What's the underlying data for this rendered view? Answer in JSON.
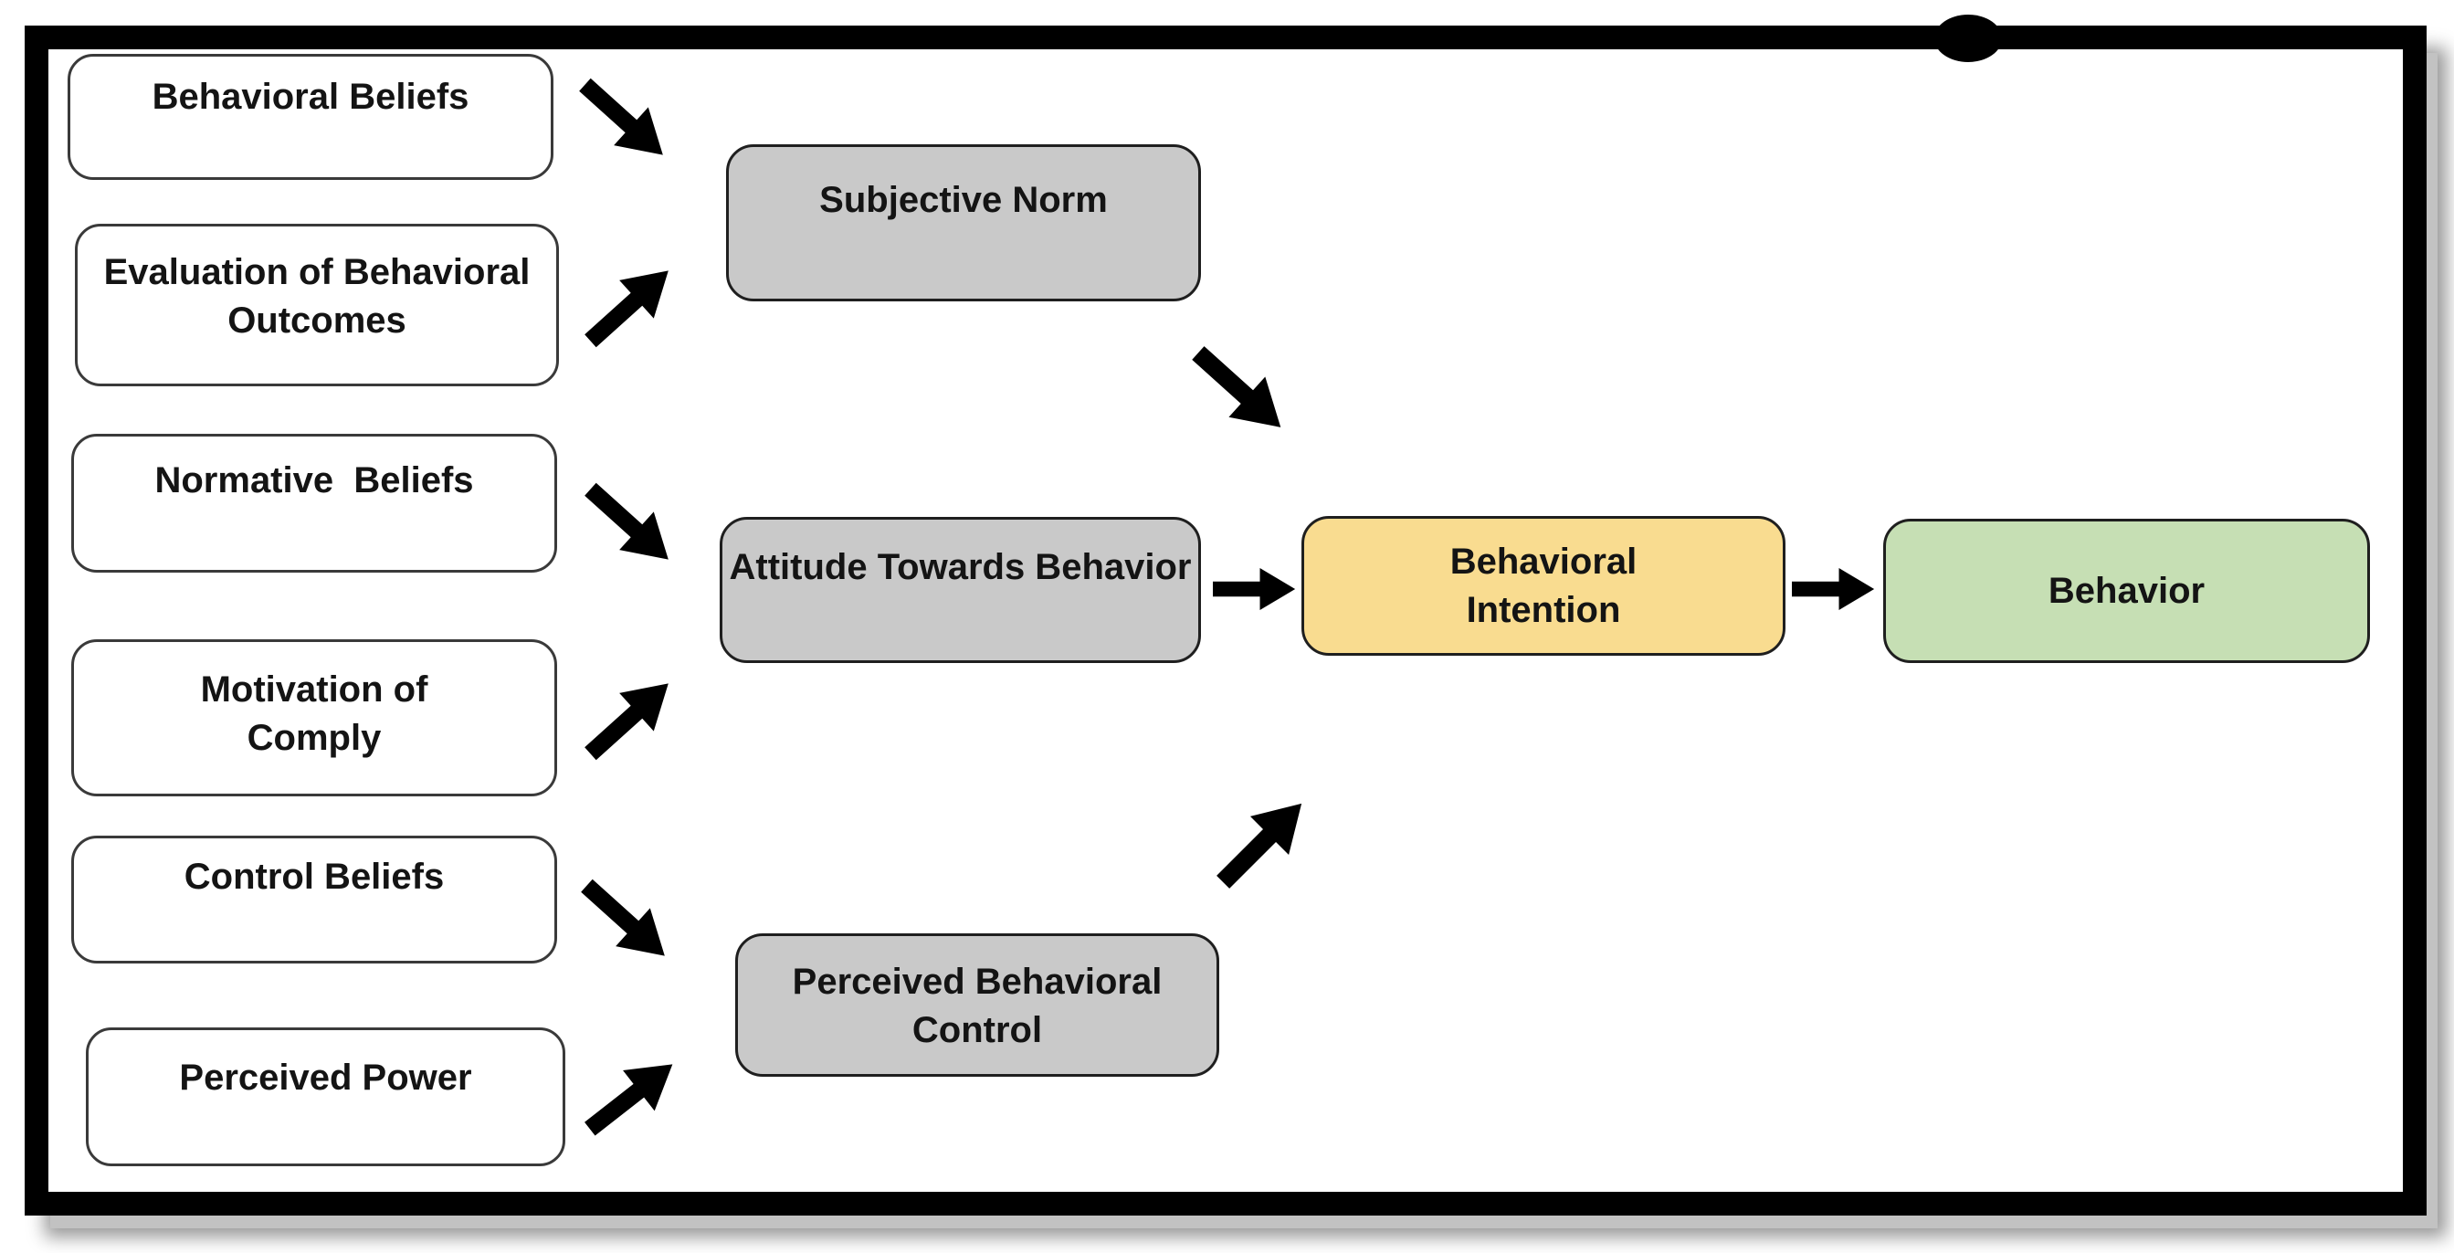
{
  "diagram": {
    "title": "Theory of Planned Behavior model diagram",
    "nodes": {
      "behavioral_beliefs": {
        "label": "Behavioral Beliefs",
        "fill": "#ffffff"
      },
      "evaluation_outcomes": {
        "label": "Evaluation of Behavioral\nOutcomes",
        "fill": "#ffffff"
      },
      "normative_beliefs": {
        "label": "Normative  Beliefs",
        "fill": "#ffffff"
      },
      "motivation_comply": {
        "label": "Motivation of\nComply",
        "fill": "#ffffff"
      },
      "control_beliefs": {
        "label": "Control Beliefs",
        "fill": "#ffffff"
      },
      "perceived_power": {
        "label": "Perceived Power",
        "fill": "#ffffff"
      },
      "subjective_norm": {
        "label": "Subjective Norm",
        "fill": "#c9c9c9"
      },
      "attitude": {
        "label": "Attitude Towards Behavior",
        "fill": "#c9c9c9"
      },
      "perceived_behavioral_control": {
        "label": "Perceived Behavioral\nControl",
        "fill": "#c9c9c9"
      },
      "behavioral_intention": {
        "label": "Behavioral\nIntention",
        "fill": "#f9dc90"
      },
      "behavior": {
        "label": "Behavior",
        "fill": "#c6dfb4"
      }
    },
    "edges": [
      {
        "from": "Behavioral Beliefs",
        "to": "Subjective Norm"
      },
      {
        "from": "Evaluation of Behavioral Outcomes",
        "to": "Subjective Norm"
      },
      {
        "from": "Normative Beliefs",
        "to": "Attitude Towards Behavior"
      },
      {
        "from": "Motivation of Comply",
        "to": "Attitude Towards Behavior"
      },
      {
        "from": "Control Beliefs",
        "to": "Perceived Behavioral Control"
      },
      {
        "from": "Perceived Power",
        "to": "Perceived Behavioral Control"
      },
      {
        "from": "Subjective Norm",
        "to": "Behavioral Intention"
      },
      {
        "from": "Attitude Towards Behavior",
        "to": "Behavioral Intention"
      },
      {
        "from": "Perceived Behavioral Control",
        "to": "Behavioral Intention"
      },
      {
        "from": "Behavioral Intention",
        "to": "Behavior"
      }
    ],
    "colors": {
      "node_white": "#ffffff",
      "node_gray": "#c9c9c9",
      "node_yellow": "#f9dc90",
      "node_green": "#c6dfb4",
      "node_border": "#1f1f1f",
      "arrow": "#000000",
      "frame": "#000000",
      "shadow": "#c2c2c2",
      "background": "#ffffff",
      "text": "#141414"
    }
  }
}
